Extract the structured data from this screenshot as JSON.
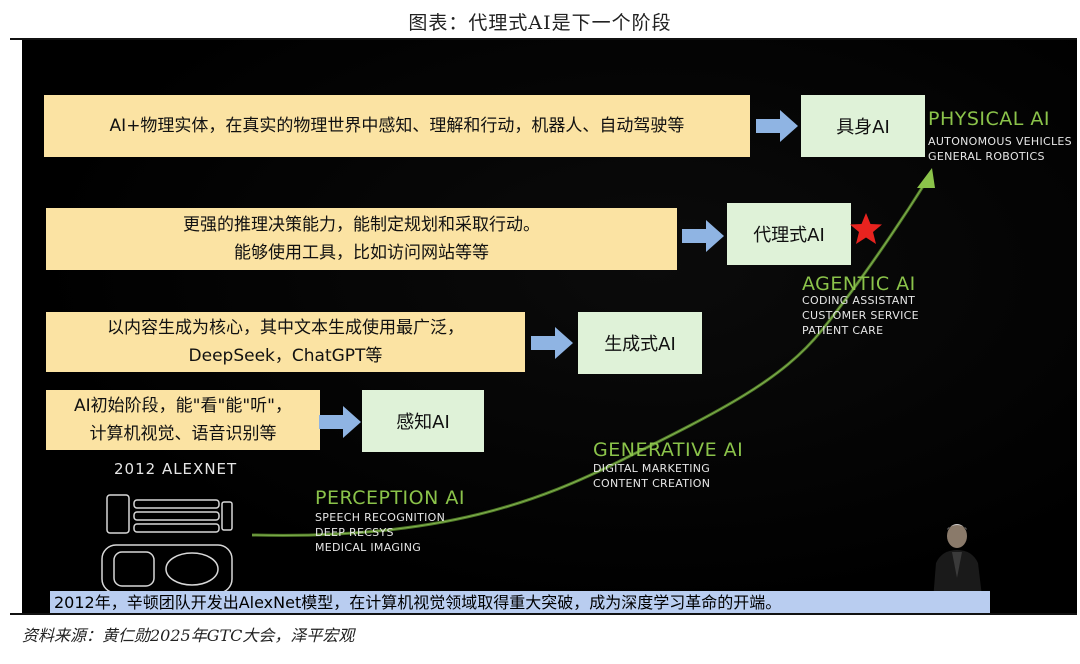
{
  "figure_title": "图表：代理式AI是下一个阶段",
  "source": "资料来源：黄仁勋2025年GTC大会，泽平宏观",
  "caption": "2012年，辛顿团队开发出AlexNet模型，在计算机视觉领域取得重大突破，成为深度学习革命的开端。",
  "alexnet_label": "2012 ALEXNET",
  "rows": [
    {
      "description_lines": [
        "AI+物理实体，在真实的物理世界中感知、理解和行动，机器人、自动驾驶等"
      ],
      "stage_name": "具身AI"
    },
    {
      "description_lines": [
        "更强的推理决策能力，能制定规划和采取行动。",
        "能够使用工具，比如访问网站等等"
      ],
      "stage_name": "代理式AI"
    },
    {
      "description_lines": [
        "以内容生成为核心，其中文本生成使用最广泛，",
        "DeepSeek，ChatGPT等"
      ],
      "stage_name": "生成式AI"
    },
    {
      "description_lines": [
        "AI初始阶段，能\"看\"能\"听\"，",
        "计算机视觉、语音识别等"
      ],
      "stage_name": "感知AI"
    }
  ],
  "slide_stages": {
    "physical": {
      "name": "PHYSICAL AI",
      "items": [
        "AUTONOMOUS VEHICLES",
        "GENERAL ROBOTICS"
      ]
    },
    "agentic": {
      "name": "AGENTIC AI",
      "items": [
        "CODING ASSISTANT",
        "CUSTOMER SERVICE",
        "PATIENT CARE"
      ]
    },
    "generative": {
      "name": "GENERATIVE AI",
      "items": [
        "DIGITAL MARKETING",
        "CONTENT CREATION"
      ]
    },
    "perception": {
      "name": "PERCEPTION AI",
      "items": [
        "SPEECH RECOGNITION",
        "DEEP RECSYS",
        "MEDICAL IMAGING"
      ]
    }
  },
  "colors": {
    "box_yellow": "#fbe3a3",
    "box_green": "#dff2d8",
    "arrow_blue": "#8fb4e3",
    "curve_green": "#8bc34a",
    "star_red": "#e8231f",
    "caption_blue": "#b9cdf0"
  },
  "icons": [
    "right-arrow-icon",
    "star-icon",
    "gpu-chip-icon",
    "presenter-figure"
  ]
}
